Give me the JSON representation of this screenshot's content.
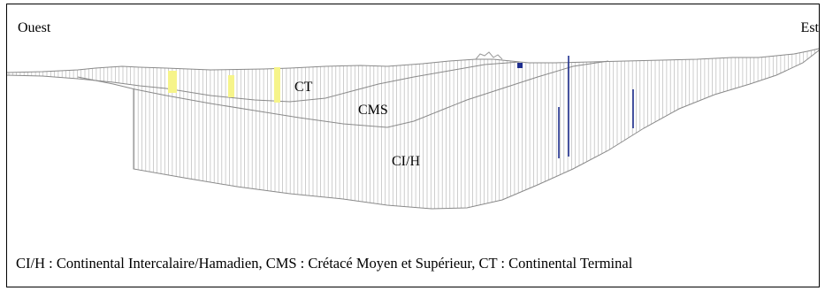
{
  "directions": {
    "west": "Ouest",
    "east": "Est"
  },
  "layers": [
    {
      "code": "CT",
      "name": "Continental Terminal"
    },
    {
      "code": "CMS",
      "name": "Crétacé Moyen et Supérieur"
    },
    {
      "code": "CI/H",
      "name": "Continental Intercalaire/Hamadien"
    }
  ],
  "legend": {
    "text": "CI/H : Continental Intercalaire/Hamadien,   CMS : Crétacé Moyen et Supérieur,   CT : Continental Terminal"
  },
  "colors": {
    "outline": "#8a8a8a",
    "hatch": "#b9b9b9",
    "highlight": "#f6f48a",
    "well": "#1f2f8f"
  }
}
